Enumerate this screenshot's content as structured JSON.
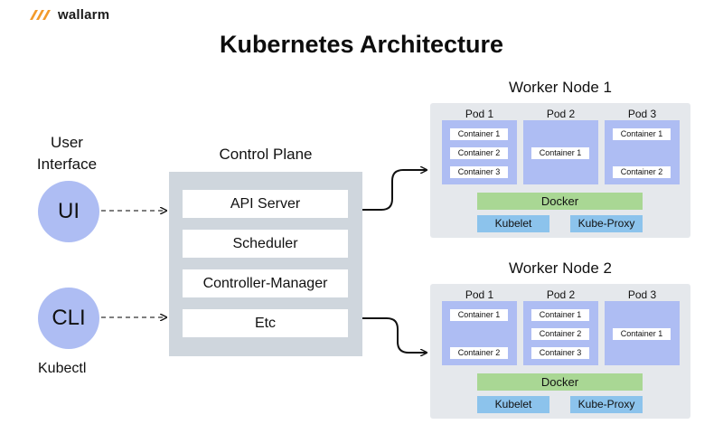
{
  "brand": {
    "name": "wallarm",
    "color": "#f39a2b"
  },
  "title": "Kubernetes Architecture",
  "client": {
    "ui_label": "User Interface",
    "ui_circle": "UI",
    "cli_circle": "CLI",
    "cli_label": "Kubectl",
    "circle_color": "#aebdf3"
  },
  "control_plane": {
    "title": "Control Plane",
    "components": [
      "API Server",
      "Scheduler",
      "Controller-Manager",
      "Etc"
    ],
    "color": "#cfd6dd"
  },
  "worker_nodes": [
    {
      "title": "Worker Node 1",
      "pods": [
        {
          "label": "Pod 1",
          "containers": [
            "Container 1",
            "Container 2",
            "Container 3"
          ]
        },
        {
          "label": "Pod 2",
          "containers": [
            "Container 1"
          ]
        },
        {
          "label": "Pod 3",
          "containers": [
            "Container 1",
            "Container 2"
          ]
        }
      ],
      "runtime": "Docker",
      "kubelet": "Kubelet",
      "proxy": "Kube-Proxy"
    },
    {
      "title": "Worker Node 2",
      "pods": [
        {
          "label": "Pod 1",
          "containers": [
            "Container 1",
            "Container 2"
          ]
        },
        {
          "label": "Pod 2",
          "containers": [
            "Container 1",
            "Container 2",
            "Container 3"
          ]
        },
        {
          "label": "Pod 3",
          "containers": [
            "Container 1"
          ]
        }
      ],
      "runtime": "Docker",
      "kubelet": "Kubelet",
      "proxy": "Kube-Proxy"
    }
  ],
  "colors": {
    "pod": "#aebdf3",
    "docker": "#a9d794",
    "kubelet": "#8cc3ec",
    "node_bg": "#e5e8ec"
  }
}
